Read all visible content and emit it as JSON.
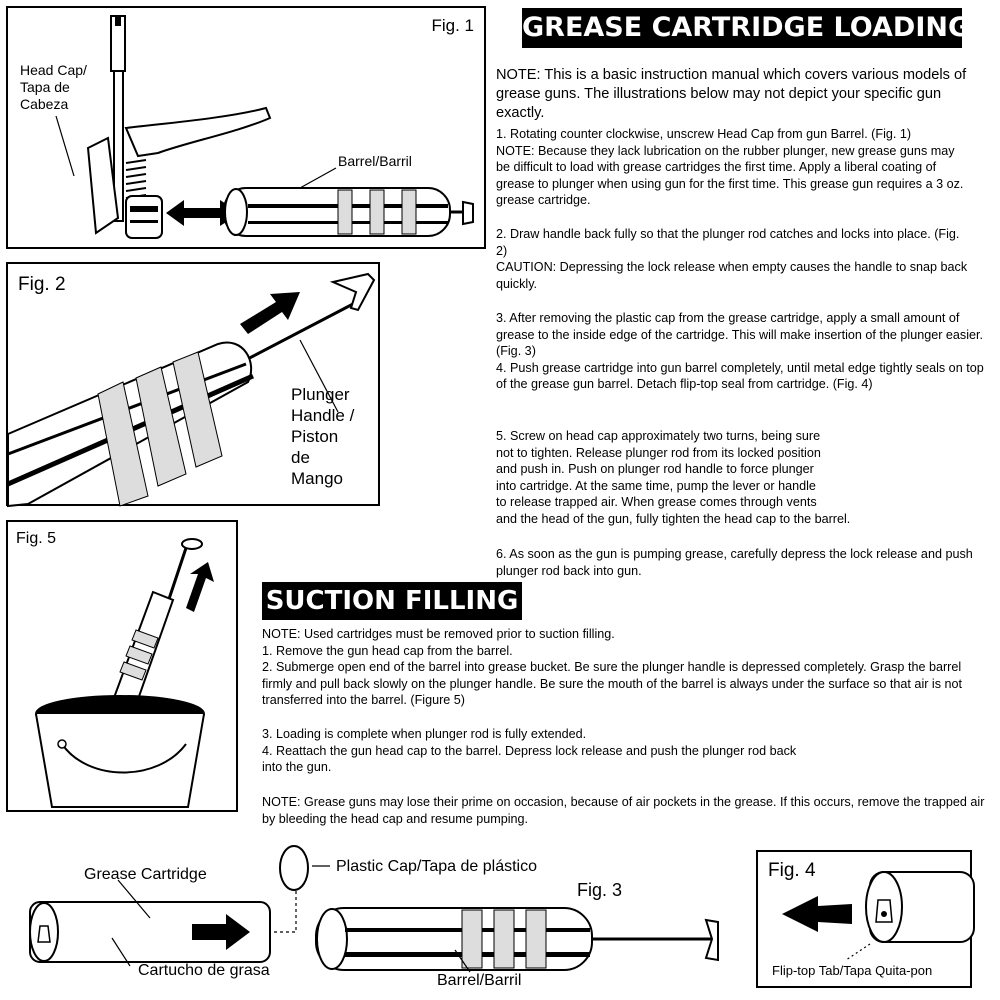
{
  "title": "GREASE CARTRIDGE LOADING",
  "note_intro": "NOTE: This is a basic instruction manual which covers various models of grease guns. The illustrations below may not depict your specific gun exactly.",
  "cartridge_steps": [
    "1. Rotating counter clockwise, unscrew Head Cap from gun Barrel. (Fig. 1)\nNOTE: Because they lack lubrication on the rubber plunger, new grease guns may be difficult to load with grease cartridges the first time. Apply a liberal coating of grease to plunger when using gun for the first time. This grease gun requires a 3 oz. grease cartridge.",
    "2. Draw handle back fully so that the plunger rod catches and locks into place. (Fig. 2)\nCAUTION: Depressing the lock release when empty causes the handle to snap back quickly.",
    "3. After removing the plastic cap from the grease cartridge, apply a small amount of grease to the inside edge of the cartridge. This will make insertion of the plunger easier. (Fig. 3)\n4. Push grease cartridge into gun barrel completely, until metal edge tightly seals on top of the grease gun barrel. Detach flip-top seal from cartridge. (Fig. 4)",
    "5. Screw on head cap approximately two turns, being sure\nnot to tighten. Release plunger rod from its locked position\nand push in. Push on plunger rod handle to force plunger\ninto cartridge. At the same time, pump the lever or handle\nto release trapped air. When grease comes through vents\nand the head of the gun, fully tighten the head cap to the barrel.",
    "6. As soon as the gun is pumping grease, carefully depress the lock release and push plunger rod back into gun."
  ],
  "suction_title": "SUCTION FILLING",
  "suction_steps": [
    "NOTE: Used cartridges must be removed prior to suction filling.\n1. Remove the gun head cap from the barrel.\n2. Submerge open end of the barrel into grease bucket. Be sure the plunger handle is depressed completely. Grasp the barrel firmly and pull back slowly on the plunger handle. Be sure the mouth of the barrel is always under the surface so that air is not transferred into the barrel. (Figure 5)",
    "3. Loading is complete when plunger rod is fully extended.\n4. Reattach the gun head cap to the barrel. Depress lock release and push the plunger rod back\ninto the gun.",
    "NOTE: Grease guns may lose their prime on occasion, because of air pockets in the grease. If this occurs, remove the trapped air by bleeding the head cap and resume pumping."
  ],
  "figures": {
    "fig1": {
      "label": "Fig. 1",
      "head_cap": "Head Cap/\nTapa de\nCabeza",
      "barrel": "Barrel/Barril"
    },
    "fig2": {
      "label": "Fig. 2",
      "plunger": "Plunger\nHandle /\nPiston\nde\nMango"
    },
    "fig3": {
      "label": "Fig. 3",
      "grease_cartridge": "Grease Cartridge",
      "cartucho": "Cartucho de grasa",
      "plastic_cap": "Plastic Cap/Tapa de plástico",
      "barrel": "Barrel/Barril"
    },
    "fig4": {
      "label": "Fig. 4",
      "flip_top": "Flip-top Tab/Tapa Quita-pon"
    },
    "fig5": {
      "label": "Fig. 5"
    }
  }
}
